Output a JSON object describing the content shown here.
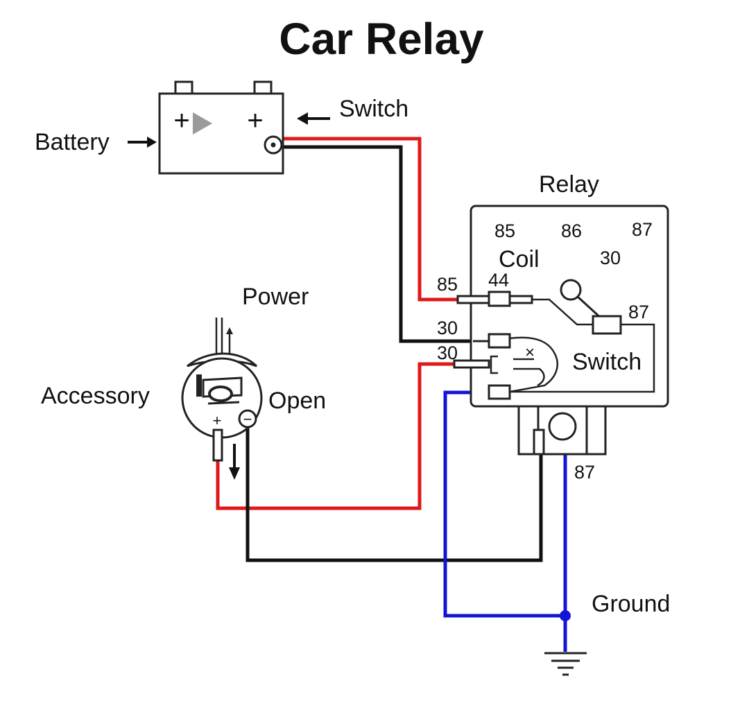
{
  "title": "Car Relay",
  "labels": {
    "battery": "Battery",
    "switch_top": "Switch",
    "relay": "Relay",
    "power": "Power",
    "accessory": "Accessory",
    "open": "Open",
    "coil": "Coil",
    "switch_relay": "Switch",
    "ground": "Ground"
  },
  "battery_symbols": {
    "plus_left": "+",
    "plus_right": "+"
  },
  "accessory_symbols": {
    "plus": "+",
    "minus": "−"
  },
  "pins": {
    "top_85": "85",
    "top_86": "86",
    "top_87": "87",
    "inner_30": "30",
    "wire_85": "85",
    "coil_44": "44",
    "pin_87_right": "87",
    "wire_30_a": "30",
    "wire_30_b": "30",
    "bottom_87": "87"
  },
  "colors": {
    "red_wire": "#e01818",
    "black_wire": "#111111",
    "blue_wire": "#1414d6",
    "battery_arrow": "#9a9a9a"
  }
}
